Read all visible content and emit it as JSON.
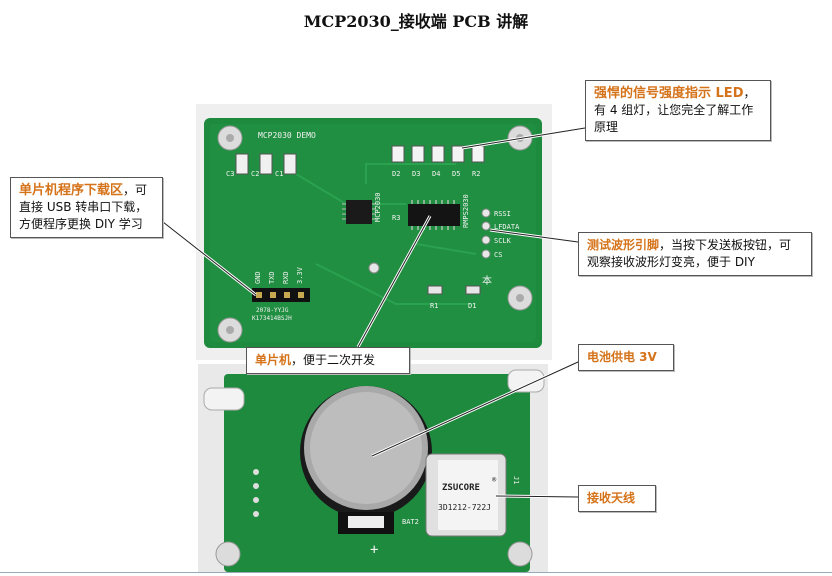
{
  "title": "MCP2030_接收端 PCB 讲解",
  "board_top": {
    "silkscreen": {
      "demo": "MCP2030 DEMO",
      "caps": [
        "C3",
        "C2",
        "C1"
      ],
      "leds": [
        "D2",
        "D3",
        "D4",
        "D5",
        "R2"
      ],
      "chip_label": "MCP2030",
      "chip2_label": "RMPS2030",
      "r3": "R3",
      "pins": [
        "RSSI",
        "LFDATA",
        "SCLK",
        "CS"
      ],
      "header": [
        "GND",
        "TXD",
        "RXD",
        "3.3V"
      ],
      "codes": [
        "2078-YYJG",
        "K173414BSJH"
      ],
      "bottom": [
        "R1",
        "D1"
      ],
      "pcb_mark": "本"
    }
  },
  "board_bottom": {
    "silkscreen": {
      "bat": "BAT2",
      "j1": "J1",
      "plus": "+"
    },
    "antenna_brand": "ZSUCORE",
    "antenna_reg": "®",
    "antenna_model": "3D1212-722J"
  },
  "callouts": {
    "led": {
      "highlight": "强悍的信号强度指示 LED",
      "text": "，有 4 组灯，让您完全了解工作原理"
    },
    "mcu_download": {
      "highlight": "单片机程序下载区",
      "text": "，可直接 USB 转串口下载，方便程序更换 DIY 学习"
    },
    "test_pins": {
      "highlight": "测试波形引脚",
      "text": "，当按下发送板按钮，可观察接收波形灯变亮，便于 DIY"
    },
    "mcu": {
      "highlight": "单片机",
      "text": "，便于二次开发"
    },
    "battery": {
      "highlight": "电池供电 3V",
      "text": ""
    },
    "antenna": {
      "highlight": "接收天线",
      "text": ""
    }
  },
  "colors": {
    "highlight": "#d5731a",
    "pcb": "#1e8a3e",
    "pcb_dark": "#176d31"
  }
}
